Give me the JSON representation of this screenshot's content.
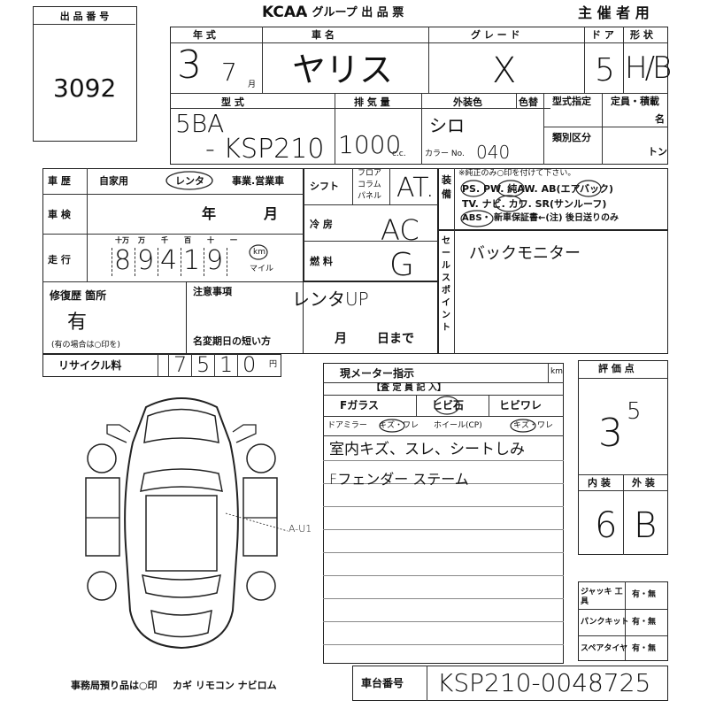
{
  "header": {
    "lot_label": "出 品 番 号",
    "lot_number": "3092",
    "logo": "KCAA",
    "group_title": ". グループ 出 品 票",
    "organizer": "主 催 者 用"
  },
  "vehicle": {
    "year_label": "年 式",
    "year_value": "3",
    "month_value": "7",
    "month_unit": "月",
    "name_label": "車 名",
    "name_value": "ヤリス",
    "grade_label": "グ レ ー ド",
    "grade_value": "X",
    "door_label": "ド ア",
    "door_value": "5",
    "shape_label": "形 状",
    "shape_value": "H/B",
    "model_label": "型 式",
    "model_value_1": "5BA",
    "model_value_2": "- KSP210",
    "displacement_label": "排 気 量",
    "displacement_value": "1000",
    "displacement_unit": "c.c.",
    "color_label": "外装色",
    "color_value": "シロ",
    "color_no_label": "カラー No.",
    "color_no_value": "040",
    "iro_label": "色替",
    "type_spec_label": "型式指定",
    "class_label": "類別区分",
    "capacity_label": "定員・積載",
    "capacity_unit_1": "名",
    "capacity_unit_2": "トン"
  },
  "history": {
    "label": "車 歴",
    "opt1": "自家用",
    "opt2": "レンタ",
    "opt3": "事業.営業車",
    "shaken_label": "車 検",
    "shaken_year": "年",
    "shaken_month": "月",
    "mileage_label": "走 行",
    "digit_labels": [
      "十万",
      "万",
      "千",
      "百",
      "十",
      "一"
    ],
    "digits": [
      "8",
      "9",
      "4",
      "1",
      "9"
    ],
    "km_label": "km",
    "mile_label": "マイル",
    "repair_label": "修復歴 箇所",
    "repair_value": "有",
    "repair_note": "(有の場合は○印を)",
    "recycle_label": "リサイクル料",
    "recycle_digits": [
      "7",
      "5",
      "1",
      "0"
    ],
    "recycle_unit": "円"
  },
  "mech": {
    "shift_label": "シフト",
    "floor": "フロア",
    "column": "コラム",
    "panel": "パネル",
    "shift_value": "AT.",
    "ac_label": "冷 房",
    "ac_value": "AC",
    "fuel_label": "燃 料",
    "fuel_value": "G",
    "caution_label": "注意事項",
    "caution_value": "レンタUP",
    "name_change_label": "名変期日の短い方",
    "name_change_month": "月",
    "name_change_day": "日まで"
  },
  "equipment": {
    "title": "装 備",
    "note": "※純正のみ○印を付けて下さい。",
    "line1": "PS. PW. 純AW. AB(エアバック)",
    "line2": "TV. ナビ. カワ. SR(サンルーフ)",
    "line3": "ABS・ 新車保証書←(注) 後日送りのみ"
  },
  "sales_point": {
    "label": "セールスポイント",
    "value": "バックモニター"
  },
  "inspection": {
    "meter_label": "現メーター指示",
    "km": "km",
    "inspector_header": "【査 定 員 記 入】",
    "f_glass": "Fガラス",
    "hibi_stone": "ヒビ石",
    "hibi_ware": "ヒビワレ",
    "door_mirror": "ドアミラー",
    "kizu_ware_1": "キズ・ワレ",
    "wheel": "ホイール(CP)",
    "kizu_ware_2": "キズ・ワレ",
    "note1": "室内キズ、スレ、シートしみ",
    "note2": "Fフェンダー ステーム"
  },
  "diagram": {
    "mark": "A-U1"
  },
  "evaluation": {
    "label": "評 価 点",
    "score_main": "3",
    "score_sub": "5",
    "interior_label": "内 装",
    "exterior_label": "外 装",
    "interior_value": "6",
    "exterior_value": "B",
    "jack_label": "ジャッキ 工 具",
    "jack_opts": "有・無",
    "puncture_label": "パンクキット",
    "puncture_opts": "有・無",
    "spare_label": "スペアタイヤ",
    "spare_opts": "有・無"
  },
  "footer": {
    "office_note": "事務局預り品は○印",
    "items": "カギ リモコン ナビロム",
    "chassis_label": "車台番号",
    "chassis_value": "KSP210-0048725"
  }
}
